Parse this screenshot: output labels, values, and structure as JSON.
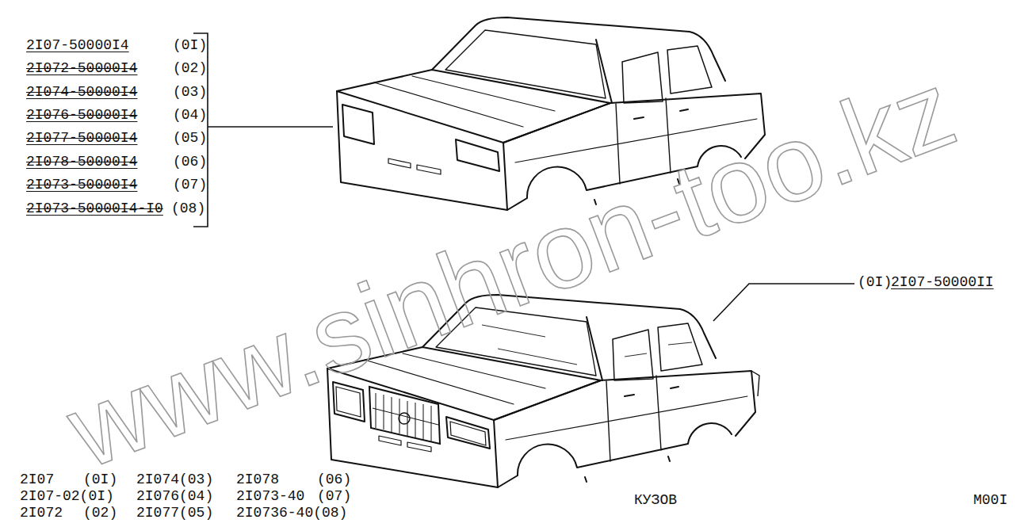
{
  "diagram": {
    "labels": [
      "2I07-50000I4",
      "(0I)",
      "2I072-50000I4",
      "(02)",
      "2I074-50000I4",
      "(03)",
      "2I076-50000I4",
      "(04)",
      "2I077-50000I4",
      "(05)",
      "2I078-50000I4",
      "(06)",
      "2I073-50000I4",
      "(07)",
      "2I073-50000I4-I0",
      "(08)",
      "(0I)",
      "2I07-50000II",
      "2I07",
      "(0I)",
      "2I074(03)",
      "2I078",
      "(06)",
      "2I07-02(0I)",
      "2I076(04)",
      "2I073-40",
      "(07)",
      "2I072",
      "(02)",
      "2I077(05)",
      "2I0736-40(08)",
      "КУЗОВ",
      "M00I",
      "www.sinhron-too.kz"
    ]
  }
}
